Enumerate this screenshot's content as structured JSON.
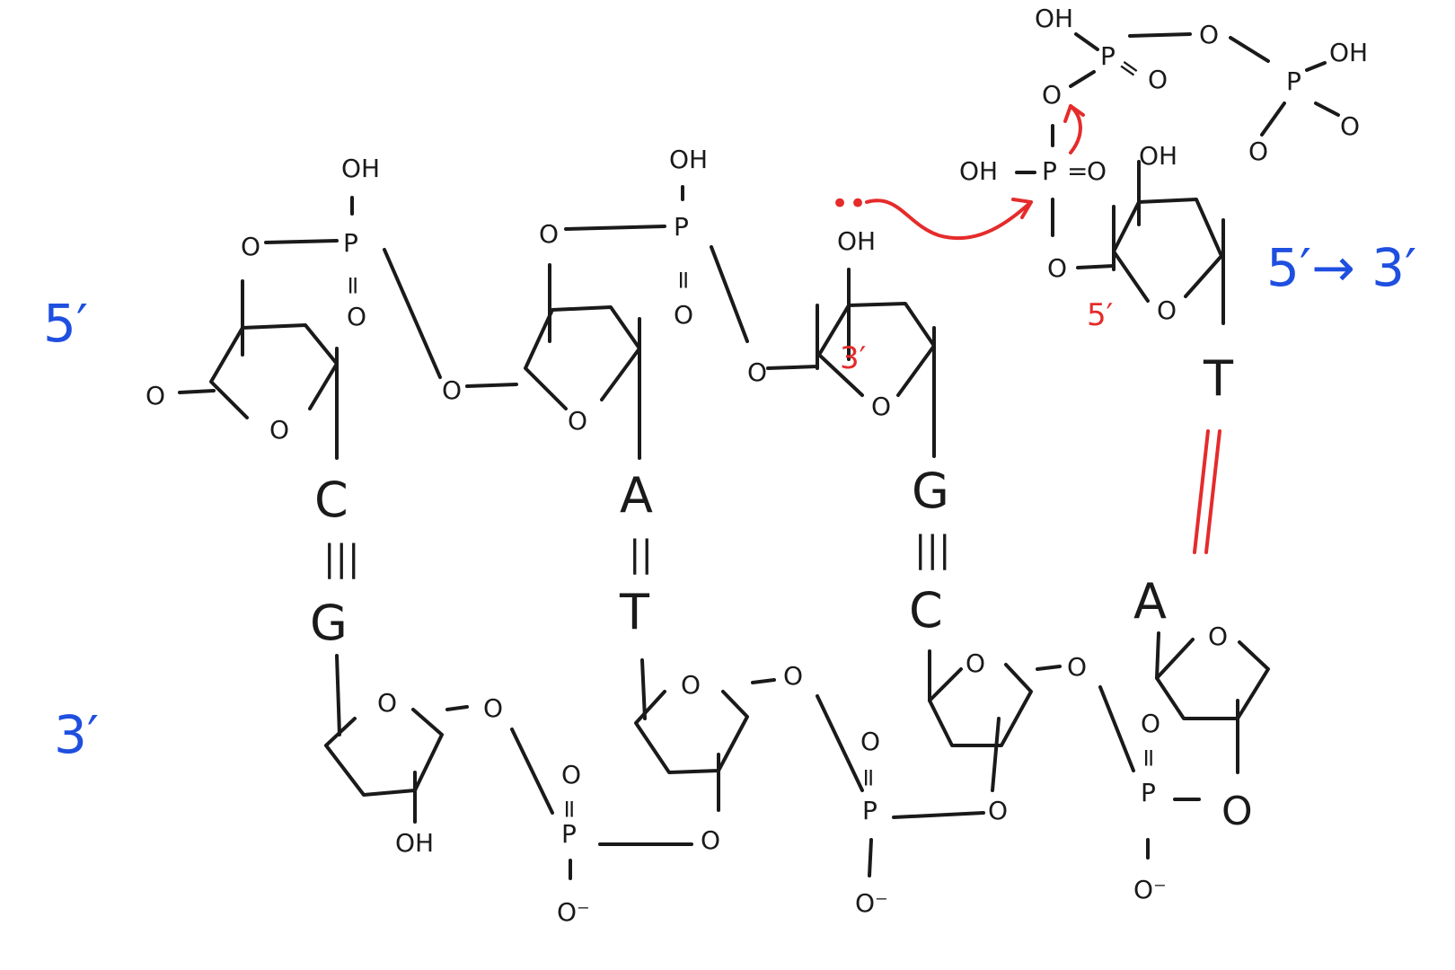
{
  "labels": {
    "top_strand_end": "5′",
    "bottom_strand_end": "3′",
    "direction": "5′→ 3′",
    "red_3prime": "3′",
    "red_5prime": "5′"
  },
  "atoms": {
    "oh": "OH",
    "p": "P",
    "o": "O",
    "o_minus": "O⁻",
    "double_bond": "=",
    "lone_pair": "••"
  },
  "top_bases": [
    "C",
    "A",
    "G",
    "T"
  ],
  "bottom_bases": [
    "G",
    "T",
    "C",
    "A"
  ],
  "bonds": [
    "|||",
    "||",
    "|||",
    "\\\\"
  ],
  "colors": {
    "ink": "#1a1a1a",
    "blue_label": "#1f4fe0",
    "red_annotation": "#e52b2b"
  }
}
